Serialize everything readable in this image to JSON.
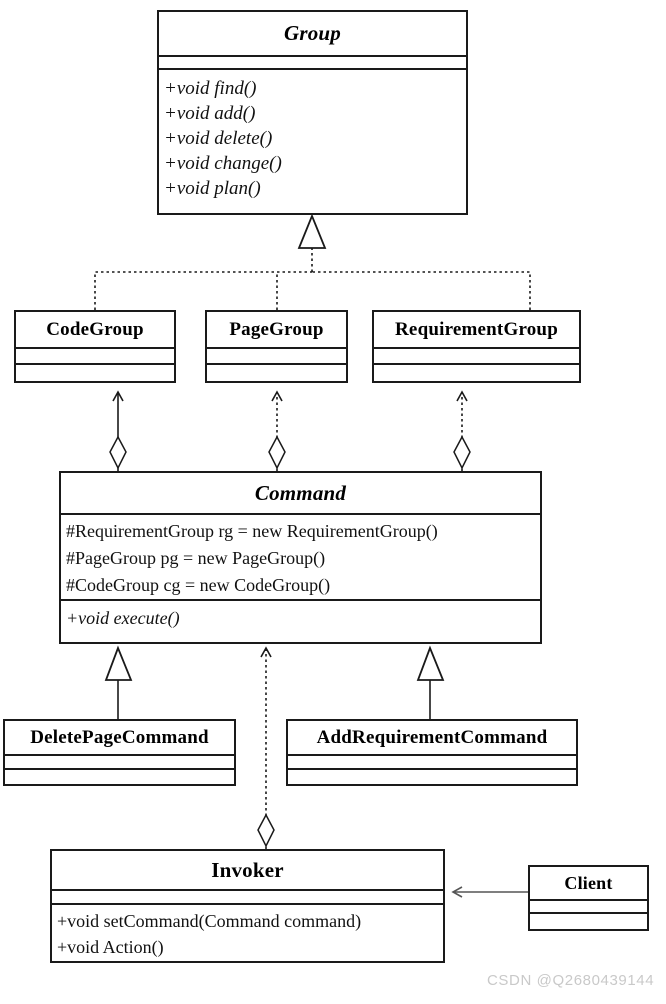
{
  "diagram": {
    "title": "Command Pattern UML Class Diagram",
    "stroke_color": "#1a1a1a",
    "background": "#ffffff",
    "watermark": "CSDN @Q2680439144"
  },
  "classes": {
    "group": {
      "name": "Group",
      "stereotype": "abstract",
      "attributes": [],
      "methods": [
        "+void find()",
        "+void add()",
        "+void delete()",
        "+void change()",
        "+void plan()"
      ]
    },
    "code_group": {
      "name": "CodeGroup",
      "stereotype": "concrete",
      "attributes": [],
      "methods": []
    },
    "page_group": {
      "name": "PageGroup",
      "stereotype": "concrete",
      "attributes": [],
      "methods": []
    },
    "requirement_group": {
      "name": "RequirementGroup",
      "stereotype": "concrete",
      "attributes": [],
      "methods": []
    },
    "command": {
      "name": "Command",
      "stereotype": "abstract",
      "attributes": [
        "#RequirementGroup rg = new RequirementGroup()",
        "#PageGroup pg = new PageGroup()",
        "#CodeGroup cg = new CodeGroup()"
      ],
      "methods": [
        "+void execute()"
      ]
    },
    "delete_page_command": {
      "name": "DeletePageCommand",
      "stereotype": "concrete",
      "attributes": [],
      "methods": []
    },
    "add_requirement_command": {
      "name": "AddRequirementCommand",
      "stereotype": "concrete",
      "attributes": [],
      "methods": []
    },
    "invoker": {
      "name": "Invoker",
      "stereotype": "concrete",
      "attributes": [],
      "methods": [
        "+void setCommand(Command command)",
        "+void Action()"
      ]
    },
    "client": {
      "name": "Client",
      "stereotype": "concrete",
      "attributes": [],
      "methods": []
    }
  },
  "relationships": [
    {
      "id": "rel-codegroup-group",
      "from": "CodeGroup",
      "to": "Group",
      "type": "realization",
      "line": "dotted",
      "head": "hollow-triangle"
    },
    {
      "id": "rel-pagegroup-group",
      "from": "PageGroup",
      "to": "Group",
      "type": "realization",
      "line": "dotted",
      "head": "hollow-triangle"
    },
    {
      "id": "rel-reqgroup-group",
      "from": "RequirementGroup",
      "to": "Group",
      "type": "realization",
      "line": "dotted",
      "head": "hollow-triangle"
    },
    {
      "id": "rel-command-codegroup",
      "from": "Command",
      "to": "CodeGroup",
      "type": "aggregation",
      "line": "solid",
      "head": "open-arrow",
      "tail": "hollow-diamond"
    },
    {
      "id": "rel-command-pagegroup",
      "from": "Command",
      "to": "PageGroup",
      "type": "aggregation",
      "line": "dotted",
      "head": "open-arrow",
      "tail": "hollow-diamond"
    },
    {
      "id": "rel-command-reqgroup",
      "from": "Command",
      "to": "RequirementGroup",
      "type": "aggregation",
      "line": "dotted",
      "head": "open-arrow",
      "tail": "hollow-diamond"
    },
    {
      "id": "rel-deletepage-command",
      "from": "DeletePageCommand",
      "to": "Command",
      "type": "generalization",
      "line": "solid",
      "head": "hollow-triangle"
    },
    {
      "id": "rel-addreq-command",
      "from": "AddRequirementCommand",
      "to": "Command",
      "type": "generalization",
      "line": "solid",
      "head": "hollow-triangle"
    },
    {
      "id": "rel-invoker-command",
      "from": "Invoker",
      "to": "Command",
      "type": "aggregation",
      "line": "dotted",
      "head": "open-arrow",
      "tail": "hollow-diamond"
    },
    {
      "id": "rel-client-invoker",
      "from": "Client",
      "to": "Invoker",
      "type": "dependency",
      "line": "solid",
      "head": "open-arrow"
    }
  ]
}
